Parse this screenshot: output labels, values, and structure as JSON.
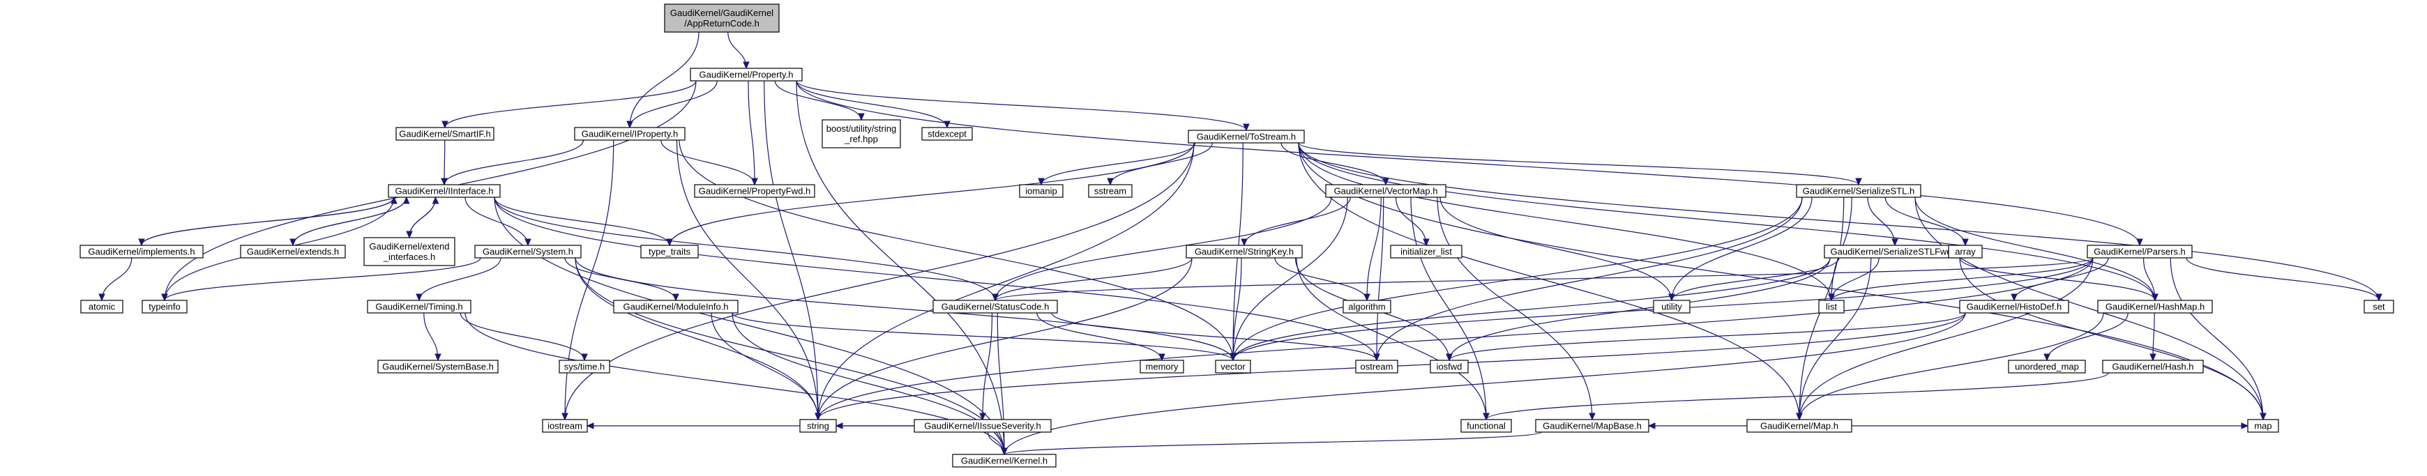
{
  "colors": {
    "root_fill": "#bfbfbf",
    "node_fill": "#ffffff",
    "node_border": "#000000",
    "external_border": "#bfbfbf",
    "missing_border": "#ff0000",
    "edge": "#191970"
  },
  "nodes": [
    {
      "id": "root",
      "lines": [
        "GaudiKernel/GaudiKernel",
        "/AppReturnCode.h"
      ],
      "kind": "root"
    },
    {
      "id": "property",
      "lines": [
        "GaudiKernel/Property.h"
      ],
      "kind": "file"
    },
    {
      "id": "iproperty",
      "lines": [
        "GaudiKernel/IProperty.h"
      ],
      "kind": "file"
    },
    {
      "id": "smartif",
      "lines": [
        "GaudiKernel/SmartIF.h"
      ],
      "kind": "file"
    },
    {
      "id": "boost",
      "lines": [
        "boost/utility/string",
        "_ref.hpp"
      ],
      "kind": "external"
    },
    {
      "id": "stdexcept",
      "lines": [
        "stdexcept"
      ],
      "kind": "external"
    },
    {
      "id": "tostream",
      "lines": [
        "GaudiKernel/ToStream.h"
      ],
      "kind": "file"
    },
    {
      "id": "propertyfwd",
      "lines": [
        "GaudiKernel/PropertyFwd.h"
      ],
      "kind": "file"
    },
    {
      "id": "iinterface",
      "lines": [
        "GaudiKernel/IInterface.h"
      ],
      "kind": "file"
    },
    {
      "id": "implements",
      "lines": [
        "GaudiKernel/implements.h"
      ],
      "kind": "file"
    },
    {
      "id": "extends",
      "lines": [
        "GaudiKernel/extends.h"
      ],
      "kind": "file"
    },
    {
      "id": "extend_interfaces",
      "lines": [
        "GaudiKernel/extend",
        "_interfaces.h"
      ],
      "kind": "file"
    },
    {
      "id": "system",
      "lines": [
        "GaudiKernel/System.h"
      ],
      "kind": "file"
    },
    {
      "id": "type_traits",
      "lines": [
        "type_traits"
      ],
      "kind": "external"
    },
    {
      "id": "iomanip",
      "lines": [
        "iomanip"
      ],
      "kind": "external"
    },
    {
      "id": "sstream",
      "lines": [
        "sstream"
      ],
      "kind": "external"
    },
    {
      "id": "vectormap",
      "lines": [
        "GaudiKernel/VectorMap.h"
      ],
      "kind": "file"
    },
    {
      "id": "serializestl",
      "lines": [
        "GaudiKernel/SerializeSTL.h"
      ],
      "kind": "file"
    },
    {
      "id": "stringkey",
      "lines": [
        "GaudiKernel/StringKey.h"
      ],
      "kind": "file"
    },
    {
      "id": "initializer_list",
      "lines": [
        "initializer_list"
      ],
      "kind": "external"
    },
    {
      "id": "serializestlfwd",
      "lines": [
        "GaudiKernel/SerializeSTLFwd.h"
      ],
      "kind": "file"
    },
    {
      "id": "array",
      "lines": [
        "array"
      ],
      "kind": "external"
    },
    {
      "id": "parsers",
      "lines": [
        "GaudiKernel/Parsers.h"
      ],
      "kind": "file"
    },
    {
      "id": "atomic",
      "lines": [
        "atomic"
      ],
      "kind": "external"
    },
    {
      "id": "typeinfo",
      "lines": [
        "typeinfo"
      ],
      "kind": "external"
    },
    {
      "id": "timing",
      "lines": [
        "GaudiKernel/Timing.h"
      ],
      "kind": "file"
    },
    {
      "id": "moduleinfo",
      "lines": [
        "GaudiKernel/ModuleInfo.h"
      ],
      "kind": "file"
    },
    {
      "id": "statuscode",
      "lines": [
        "GaudiKernel/StatusCode.h"
      ],
      "kind": "file"
    },
    {
      "id": "algorithm",
      "lines": [
        "algorithm"
      ],
      "kind": "external"
    },
    {
      "id": "utility",
      "lines": [
        "utility"
      ],
      "kind": "external"
    },
    {
      "id": "list",
      "lines": [
        "list"
      ],
      "kind": "external"
    },
    {
      "id": "histodef",
      "lines": [
        "GaudiKernel/HistoDef.h"
      ],
      "kind": "file"
    },
    {
      "id": "hashmap",
      "lines": [
        "GaudiKernel/HashMap.h"
      ],
      "kind": "file"
    },
    {
      "id": "set",
      "lines": [
        "set"
      ],
      "kind": "external"
    },
    {
      "id": "systembase",
      "lines": [
        "GaudiKernel/SystemBase.h"
      ],
      "kind": "file"
    },
    {
      "id": "systime",
      "lines": [
        "sys/time.h"
      ],
      "kind": "external"
    },
    {
      "id": "vector",
      "lines": [
        "vector"
      ],
      "kind": "external"
    },
    {
      "id": "memory",
      "lines": [
        "memory"
      ],
      "kind": "external"
    },
    {
      "id": "ostream",
      "lines": [
        "ostream"
      ],
      "kind": "external"
    },
    {
      "id": "iosfwd",
      "lines": [
        "iosfwd"
      ],
      "kind": "external"
    },
    {
      "id": "unordered_map",
      "lines": [
        "unordered_map"
      ],
      "kind": "external"
    },
    {
      "id": "hash",
      "lines": [
        "GaudiKernel/Hash.h"
      ],
      "kind": "missing"
    },
    {
      "id": "iseverity",
      "lines": [
        "GaudiKernel/IIssueSeverity.h"
      ],
      "kind": "file"
    },
    {
      "id": "map_h",
      "lines": [
        "GaudiKernel/Map.h"
      ],
      "kind": "file"
    },
    {
      "id": "iostream",
      "lines": [
        "iostream"
      ],
      "kind": "external"
    },
    {
      "id": "string",
      "lines": [
        "string"
      ],
      "kind": "external"
    },
    {
      "id": "functional",
      "lines": [
        "functional"
      ],
      "kind": "external"
    },
    {
      "id": "mapbase",
      "lines": [
        "GaudiKernel/MapBase.h"
      ],
      "kind": "file"
    },
    {
      "id": "map",
      "lines": [
        "map"
      ],
      "kind": "external"
    },
    {
      "id": "kernel",
      "lines": [
        "GaudiKernel/Kernel.h"
      ],
      "kind": "file"
    }
  ],
  "edges": [
    [
      "root",
      "property"
    ],
    [
      "root",
      "iproperty"
    ],
    [
      "property",
      "smartif"
    ],
    [
      "property",
      "iproperty"
    ],
    [
      "property",
      "boost"
    ],
    [
      "property",
      "stdexcept"
    ],
    [
      "property",
      "tostream"
    ],
    [
      "property",
      "propertyfwd"
    ],
    [
      "property",
      "string"
    ],
    [
      "property",
      "typeinfo"
    ],
    [
      "property",
      "parsers"
    ],
    [
      "property",
      "kernel"
    ],
    [
      "smartif",
      "iinterface"
    ],
    [
      "iproperty",
      "iinterface"
    ],
    [
      "iproperty",
      "propertyfwd"
    ],
    [
      "iproperty",
      "iostream"
    ],
    [
      "iproperty",
      "string"
    ],
    [
      "iproperty",
      "vector"
    ],
    [
      "iinterface",
      "implements"
    ],
    [
      "iinterface",
      "extends"
    ],
    [
      "iinterface",
      "extend_interfaces"
    ],
    [
      "iinterface",
      "system"
    ],
    [
      "iinterface",
      "type_traits"
    ],
    [
      "iinterface",
      "typeinfo"
    ],
    [
      "iinterface",
      "statuscode"
    ],
    [
      "iinterface",
      "ostream"
    ],
    [
      "iinterface",
      "kernel"
    ],
    [
      "implements",
      "iinterface"
    ],
    [
      "extends",
      "iinterface"
    ],
    [
      "extend_interfaces",
      "iinterface"
    ],
    [
      "implements",
      "atomic"
    ],
    [
      "system",
      "timing"
    ],
    [
      "system",
      "moduleinfo"
    ],
    [
      "system",
      "typeinfo"
    ],
    [
      "system",
      "string"
    ],
    [
      "system",
      "vector"
    ],
    [
      "system",
      "kernel"
    ],
    [
      "timing",
      "systembase"
    ],
    [
      "timing",
      "systime"
    ],
    [
      "timing",
      "kernel"
    ],
    [
      "moduleinfo",
      "string"
    ],
    [
      "moduleinfo",
      "vector"
    ],
    [
      "moduleinfo",
      "kernel"
    ],
    [
      "tostream",
      "iomanip"
    ],
    [
      "tostream",
      "sstream"
    ],
    [
      "tostream",
      "vectormap"
    ],
    [
      "tostream",
      "serializestl"
    ],
    [
      "tostream",
      "type_traits"
    ],
    [
      "tostream",
      "iostream"
    ],
    [
      "tostream",
      "string"
    ],
    [
      "tostream",
      "vector"
    ],
    [
      "tostream",
      "map"
    ],
    [
      "tostream",
      "set"
    ],
    [
      "tostream",
      "list"
    ],
    [
      "tostream",
      "hashmap"
    ],
    [
      "tostream",
      "map_h"
    ],
    [
      "vectormap",
      "stringkey"
    ],
    [
      "vectormap",
      "initializer_list"
    ],
    [
      "vectormap",
      "algorithm"
    ],
    [
      "vectormap",
      "utility"
    ],
    [
      "vectormap",
      "statuscode"
    ],
    [
      "vectormap",
      "vector"
    ],
    [
      "vectormap",
      "ostream"
    ],
    [
      "vectormap",
      "functional"
    ],
    [
      "vectormap",
      "mapbase"
    ],
    [
      "serializestl",
      "serializestlfwd"
    ],
    [
      "serializestl",
      "array"
    ],
    [
      "serializestl",
      "utility"
    ],
    [
      "serializestl",
      "list"
    ],
    [
      "serializestl",
      "vector"
    ],
    [
      "serializestl",
      "map_h"
    ],
    [
      "serializestl",
      "ostream"
    ],
    [
      "serializestl",
      "hashmap"
    ],
    [
      "serializestl",
      "map"
    ],
    [
      "serializestlfwd",
      "list"
    ],
    [
      "serializestlfwd",
      "vector"
    ],
    [
      "serializestlfwd",
      "map_h"
    ],
    [
      "serializestlfwd",
      "hashmap"
    ],
    [
      "serializestlfwd",
      "map"
    ],
    [
      "serializestlfwd",
      "utility"
    ],
    [
      "serializestlfwd",
      "iosfwd"
    ],
    [
      "stringkey",
      "string"
    ],
    [
      "stringkey",
      "vector"
    ],
    [
      "stringkey",
      "algorithm"
    ],
    [
      "stringkey",
      "functional"
    ],
    [
      "stringkey",
      "iosfwd"
    ],
    [
      "stringkey",
      "statuscode"
    ],
    [
      "parsers",
      "histodef"
    ],
    [
      "parsers",
      "hashmap"
    ],
    [
      "parsers",
      "list"
    ],
    [
      "parsers",
      "set"
    ],
    [
      "parsers",
      "map"
    ],
    [
      "parsers",
      "map_h"
    ],
    [
      "parsers",
      "statuscode"
    ],
    [
      "parsers",
      "string"
    ],
    [
      "parsers",
      "vector"
    ],
    [
      "statuscode",
      "iseverity"
    ],
    [
      "statuscode",
      "memory"
    ],
    [
      "statuscode",
      "ostream"
    ],
    [
      "statuscode",
      "kernel"
    ],
    [
      "iseverity",
      "iostream"
    ],
    [
      "iseverity",
      "string"
    ],
    [
      "iseverity",
      "kernel"
    ],
    [
      "histodef",
      "string"
    ],
    [
      "histodef",
      "iosfwd"
    ],
    [
      "histodef",
      "kernel"
    ],
    [
      "hashmap",
      "unordered_map"
    ],
    [
      "hashmap",
      "hash"
    ],
    [
      "hashmap",
      "map_h"
    ],
    [
      "hash",
      "functional"
    ],
    [
      "map_h",
      "mapbase"
    ],
    [
      "map_h",
      "map"
    ],
    [
      "mapbase",
      "kernel"
    ]
  ]
}
